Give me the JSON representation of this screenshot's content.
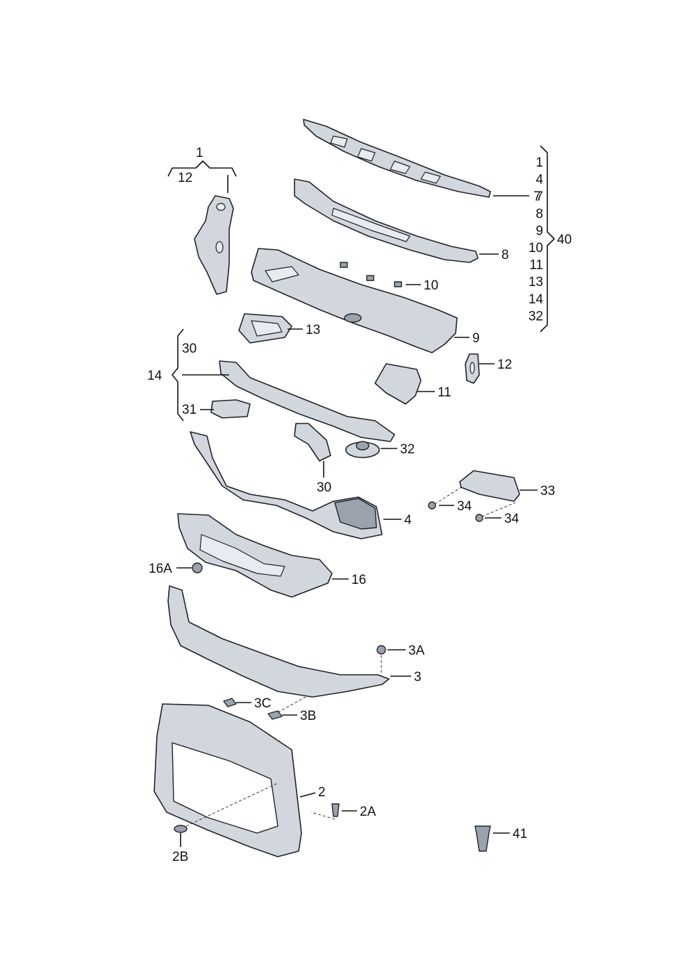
{
  "callouts": {
    "c7": "7",
    "c8": "8",
    "c10": "10",
    "c9": "9",
    "c13": "13",
    "c12": "12",
    "c11": "11",
    "c32": "32",
    "c30b": "30",
    "c33": "33",
    "c34a": "34",
    "c34b": "34",
    "c4": "4",
    "c16a": "16A",
    "c16": "16",
    "c3a": "3A",
    "c3": "3",
    "c3c": "3C",
    "c3b": "3B",
    "c2": "2",
    "c2a": "2A",
    "c2b": "2B",
    "c41": "41"
  },
  "group_top_left": {
    "top": "1",
    "sub": "12"
  },
  "group_left": {
    "main": "14",
    "upper": "30",
    "lower": "31"
  },
  "group_right": {
    "main": "40",
    "items": [
      "1",
      "4",
      "7",
      "8",
      "9",
      "10",
      "11",
      "13",
      "14",
      "32"
    ]
  }
}
